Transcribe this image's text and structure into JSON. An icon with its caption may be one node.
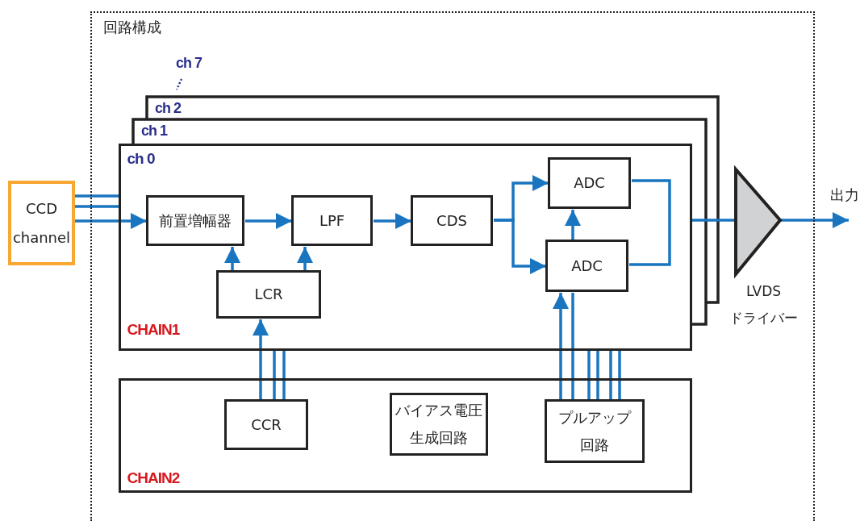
{
  "diagram": {
    "nodes": [
      {
        "text": [
          "回路構成"
        ]
      },
      {
        "text": [
          "ch 0",
          "CHAIN1"
        ],
        "in": 0
      },
      {
        "text": [
          "CCD channel"
        ]
      },
      {
        "text": [
          "前置増幅器"
        ],
        "in": 1
      },
      {
        "text": [
          "LPF"
        ],
        "in": 1
      },
      {
        "text": [
          "CDS"
        ],
        "in": 1
      },
      {
        "text": [
          "ADC"
        ],
        "in": 1
      },
      {
        "text": [
          "ADC"
        ],
        "in": 1
      },
      {
        "text": [
          "LCR"
        ],
        "in": 1
      },
      {
        "text": [
          "CHAIN2"
        ],
        "in": 0
      },
      {
        "text": [
          "CCR"
        ],
        "in": 9
      },
      {
        "text": [
          "バイアス電圧生成回路"
        ],
        "in": 9
      },
      {
        "text": [
          "プルアップ回路"
        ],
        "in": 9
      },
      {
        "text": [
          "LVDS ドライバー"
        ],
        "in": 0
      }
    ],
    "edges": [
      {
        "from": 2,
        "to": 1,
        "arrow": "none"
      },
      {
        "from": 2,
        "to": 1,
        "arrow": "none"
      },
      {
        "from": 2,
        "to": 3,
        "arrow": "to"
      },
      {
        "from": 3,
        "to": 4,
        "arrow": "to"
      },
      {
        "from": 4,
        "to": 5,
        "arrow": "to"
      },
      {
        "from": 5,
        "to": 6,
        "arrow": "to"
      },
      {
        "from": 5,
        "to": 7,
        "arrow": "to"
      },
      {
        "from": 7,
        "to": 6,
        "arrow": "to"
      },
      {
        "from": 8,
        "to": 3,
        "arrow": "to"
      },
      {
        "from": 8,
        "to": 4,
        "arrow": "to"
      },
      {
        "from": 10,
        "to": 8,
        "arrow": "to"
      },
      {
        "from": 10,
        "to": 1,
        "arrow": "none"
      },
      {
        "from": 10,
        "to": 1,
        "arrow": "none"
      },
      {
        "from": 12,
        "to": 7,
        "arrow": "to"
      },
      {
        "from": 12,
        "to": 7,
        "arrow": "none"
      },
      {
        "from": 12,
        "to": 1,
        "arrow": "none"
      },
      {
        "from": 12,
        "to": 1,
        "arrow": "none"
      },
      {
        "from": 12,
        "to": 1,
        "arrow": "none"
      },
      {
        "from": 12,
        "to": 1,
        "arrow": "none"
      },
      {
        "from": 6,
        "to": 7,
        "arrow": "none"
      },
      {
        "from": 1,
        "to": 13,
        "arrow": "none"
      },
      {
        "from": 13,
        "to": null,
        "arrow": "to"
      }
    ],
    "labels": [
      "ch 7",
      "ch 2",
      "ch 1",
      "出力"
    ]
  }
}
